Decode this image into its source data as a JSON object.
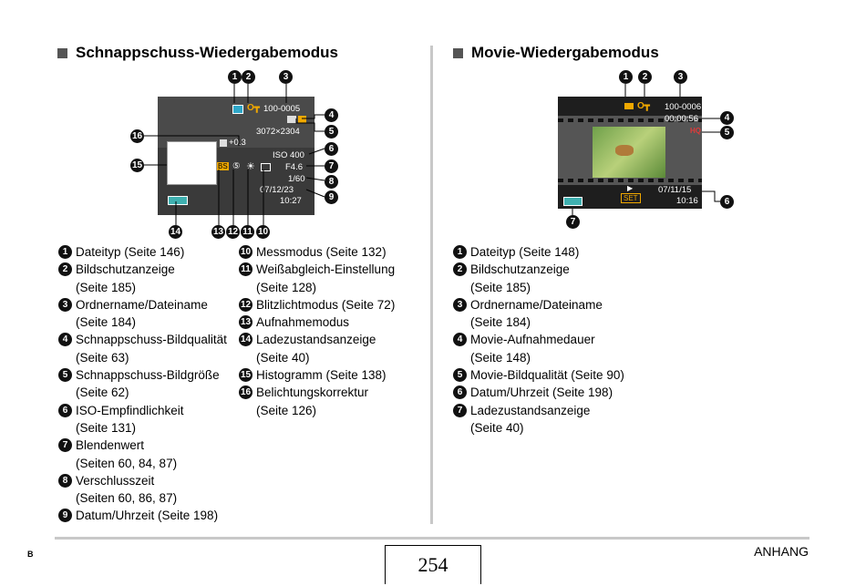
{
  "left": {
    "title": "Schnappschuss-Wiedergabemodus",
    "screen": {
      "folder_file": "100-0005",
      "image_size": "3072×2304",
      "ev": "+0.3",
      "iso": "ISO 400",
      "aperture": "F4.6",
      "shutter": "1/60",
      "date": "07/12/23",
      "time": "10:27",
      "mode_badge": "BS"
    },
    "col1": [
      {
        "n": "1",
        "lines": [
          "Dateityp (Seite 146)"
        ]
      },
      {
        "n": "2",
        "lines": [
          "Bildschutzanzeige",
          "(Seite 185)"
        ]
      },
      {
        "n": "3",
        "lines": [
          "Ordnername/Dateiname",
          "(Seite 184)"
        ]
      },
      {
        "n": "4",
        "lines": [
          "Schnappschuss-Bildqualität",
          "(Seite 63)"
        ]
      },
      {
        "n": "5",
        "lines": [
          "Schnappschuss-Bildgröße",
          "(Seite 62)"
        ]
      },
      {
        "n": "6",
        "lines": [
          "ISO-Empfindlichkeit",
          "(Seite 131)"
        ]
      },
      {
        "n": "7",
        "lines": [
          "Blendenwert",
          "(Seiten 60, 84, 87)"
        ]
      },
      {
        "n": "8",
        "lines": [
          "Verschlusszeit",
          "(Seiten 60, 86, 87)"
        ]
      },
      {
        "n": "9",
        "lines": [
          "Datum/Uhrzeit (Seite 198)"
        ]
      }
    ],
    "col2": [
      {
        "n": "10",
        "lines": [
          "Messmodus (Seite 132)"
        ]
      },
      {
        "n": "11",
        "lines": [
          "Weißabgleich-Einstellung",
          "(Seite 128)"
        ]
      },
      {
        "n": "12",
        "lines": [
          "Blitzlichtmodus (Seite 72)"
        ]
      },
      {
        "n": "13",
        "lines": [
          "Aufnahmemodus"
        ]
      },
      {
        "n": "14",
        "lines": [
          "Ladezustandsanzeige",
          "(Seite 40)"
        ]
      },
      {
        "n": "15",
        "lines": [
          "Histogramm (Seite 138)"
        ]
      },
      {
        "n": "16",
        "lines": [
          "Belichtungskorrektur",
          "(Seite 126)"
        ]
      }
    ]
  },
  "right": {
    "title": "Movie-Wiedergabemodus",
    "screen": {
      "folder_file": "100-0006",
      "duration": "00:00:56",
      "quality": "HQ",
      "set_label": "SET",
      "date": "07/11/15",
      "time": "10:16"
    },
    "col1": [
      {
        "n": "1",
        "lines": [
          "Dateityp (Seite 148)"
        ]
      },
      {
        "n": "2",
        "lines": [
          "Bildschutzanzeige",
          "(Seite 185)"
        ]
      },
      {
        "n": "3",
        "lines": [
          "Ordnername/Dateiname",
          "(Seite 184)"
        ]
      },
      {
        "n": "4",
        "lines": [
          "Movie-Aufnahmedauer",
          "(Seite 148)"
        ]
      },
      {
        "n": "5",
        "lines": [
          "Movie-Bildqualität (Seite 90)"
        ]
      },
      {
        "n": "6",
        "lines": [
          "Datum/Uhrzeit (Seite 198)"
        ]
      },
      {
        "n": "7",
        "lines": [
          "Ladezustandsanzeige",
          "(Seite 40)"
        ]
      }
    ]
  },
  "footer": {
    "page_number": "254",
    "section": "ANHANG",
    "left_mark": "B"
  },
  "colors": {
    "accent_orange": "#f0a800",
    "screen_bg": "#262626",
    "divider": "#c8c8c8"
  }
}
